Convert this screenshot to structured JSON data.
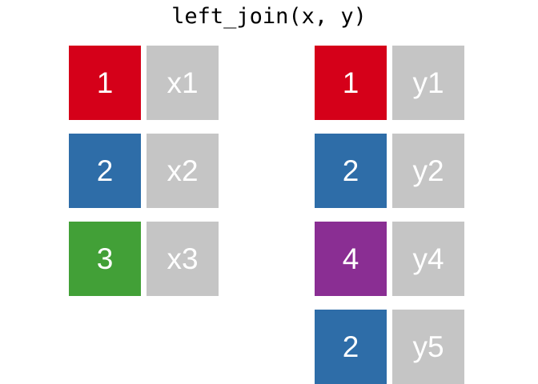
{
  "title": "left_join(x, y)",
  "colors": {
    "key_1": "#d50019",
    "key_2": "#2e6da8",
    "key_3": "#42a037",
    "key_4": "#8a2e93",
    "value_cell": "#c5c5c5",
    "cell_text": "#ffffff",
    "title_text": "#000000",
    "background": "#ffffff"
  },
  "tables": [
    {
      "name": "x",
      "rows": [
        {
          "key": "1",
          "key_color": "#d50019",
          "value": "x1"
        },
        {
          "key": "2",
          "key_color": "#2e6da8",
          "value": "x2"
        },
        {
          "key": "3",
          "key_color": "#42a037",
          "value": "x3"
        }
      ]
    },
    {
      "name": "y",
      "rows": [
        {
          "key": "1",
          "key_color": "#d50019",
          "value": "y1"
        },
        {
          "key": "2",
          "key_color": "#2e6da8",
          "value": "y2"
        },
        {
          "key": "4",
          "key_color": "#8a2e93",
          "value": "y4"
        },
        {
          "key": "2",
          "key_color": "#2e6da8",
          "value": "y5"
        }
      ]
    }
  ]
}
